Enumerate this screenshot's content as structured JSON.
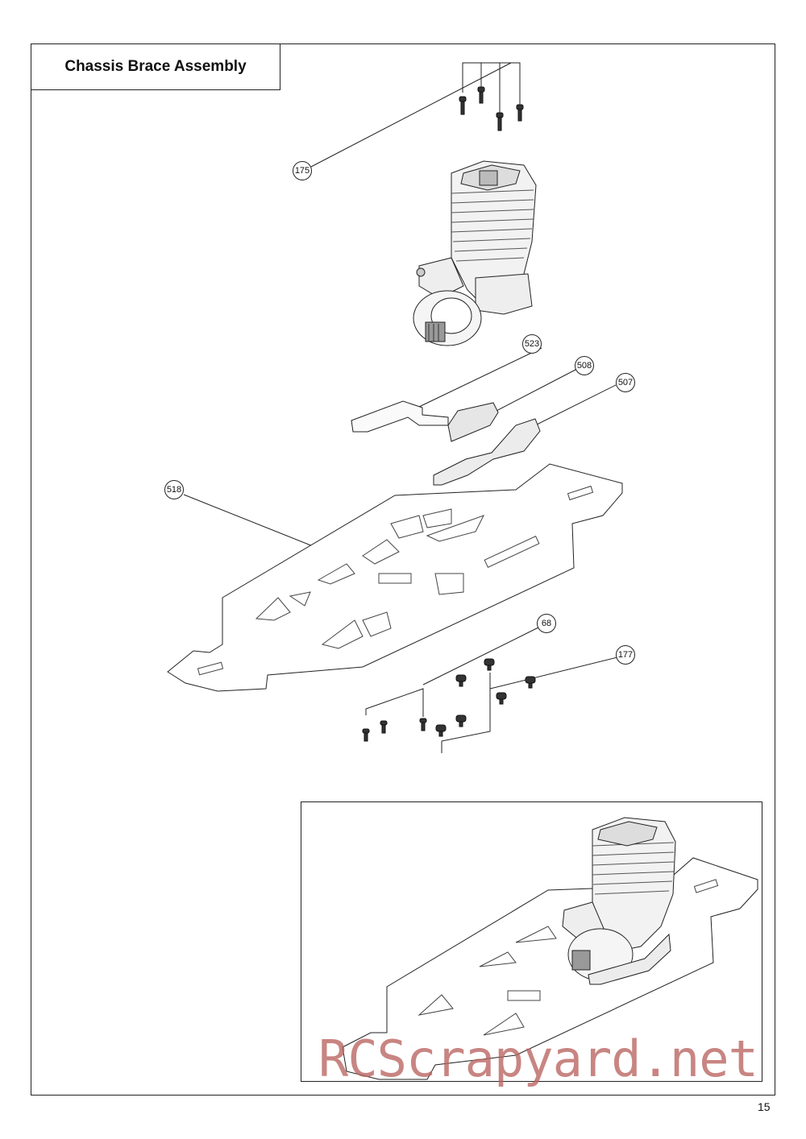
{
  "title": "Chassis Brace Assembly",
  "callouts": [
    {
      "id": "175"
    },
    {
      "id": "523"
    },
    {
      "id": "508"
    },
    {
      "id": "507"
    },
    {
      "id": "518"
    },
    {
      "id": "68"
    },
    {
      "id": "177"
    }
  ],
  "watermark": "RCScrapyard.net",
  "page_number": "15"
}
